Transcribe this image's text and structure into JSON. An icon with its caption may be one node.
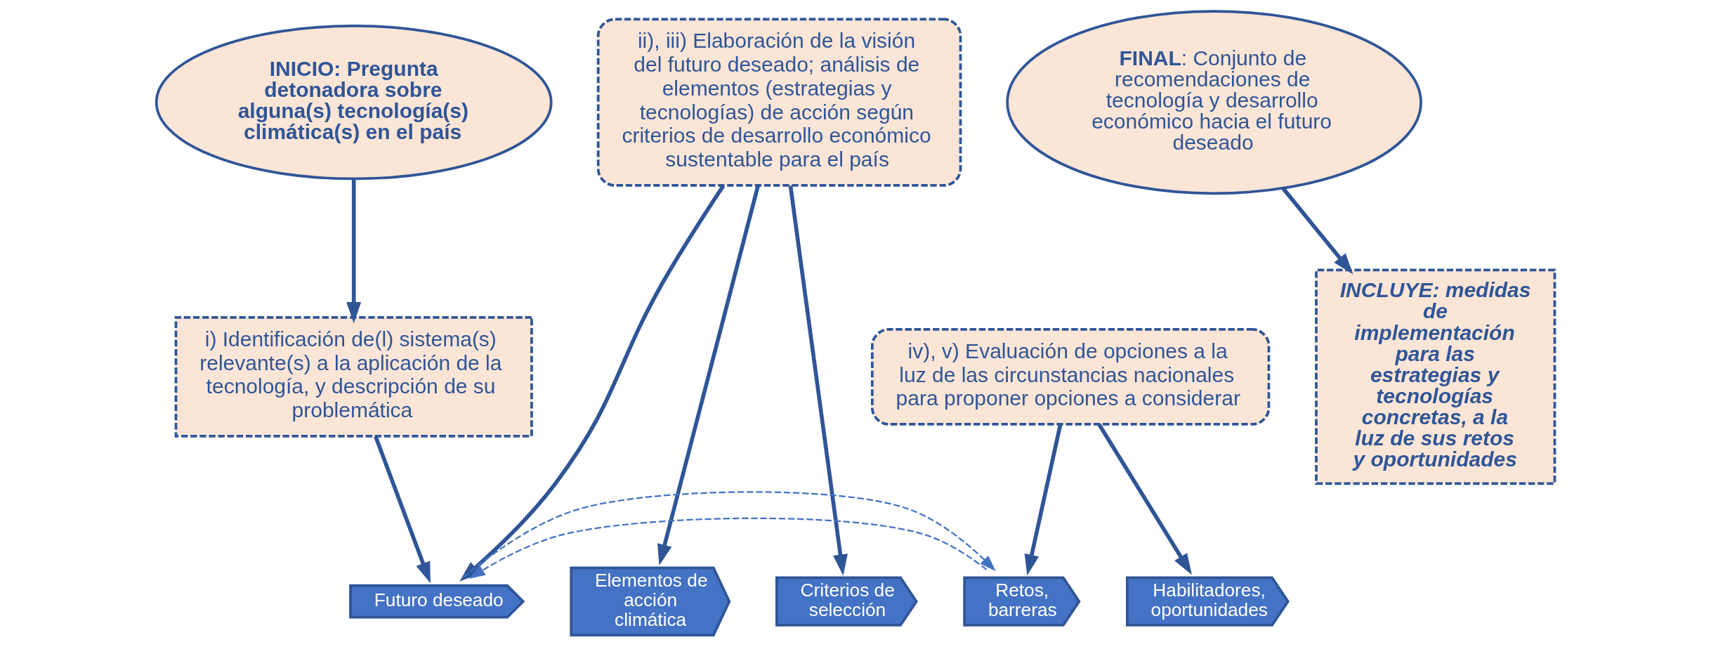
{
  "diagram": {
    "nodes": [
      {
        "text": [
          "INICIO: Pregunta detonadora sobre alguna(s) tecnología(s) climática(s) en el país"
        ]
      },
      {
        "text": [
          "ii), iii) Elaboración de la visión del futuro deseado; análisis de elementos (estrategias y tecnologías) de acción según criterios de desarrollo económico sustentable para el país"
        ]
      },
      {
        "text": [
          "**FINAL**: Conjunto de recomendaciones de tecnología y desarrollo económico hacia el futuro deseado"
        ]
      },
      {
        "text": [
          "Futuro deseado"
        ]
      },
      {
        "text": [
          "Elementos de acción climática"
        ]
      },
      {
        "text": [
          "Criterios de selección"
        ]
      },
      {
        "text": [
          "Retos, barreras"
        ]
      },
      {
        "text": [
          "Habilitadores, oportunidades"
        ]
      },
      {
        "text": [
          "i) Identificación de(l) sistema(s) relevante(s) a la aplicación de la tecnología, y descripción de su problemática"
        ]
      },
      {
        "text": [
          "iv), v) Evaluación de opciones a la luz de las circunstancias nacionales para proponer opciones a considerar"
        ]
      },
      {
        "text": [
          "INCLUYE: medidas de implementación para las estrategias y tecnologías concretas, a la luz de sus retos y oportunidades"
        ]
      }
    ],
    "edges": [
      {
        "from": 0,
        "to": 8,
        "arrow": "to"
      },
      {
        "from": 8,
        "to": 3,
        "arrow": "to"
      },
      {
        "from": 1,
        "to": 3,
        "arrow": "to"
      },
      {
        "from": 1,
        "to": 4,
        "arrow": "to"
      },
      {
        "from": 1,
        "to": 5,
        "arrow": "to"
      },
      {
        "from": 9,
        "to": 6,
        "arrow": "to"
      },
      {
        "from": 9,
        "to": 7,
        "arrow": "to"
      },
      {
        "from": 2,
        "to": 10,
        "arrow": "to"
      },
      {
        "from": 6,
        "to": 3,
        "arrow": "to",
        "style": "dashed",
        "color": "#4472c4"
      },
      {
        "from": 3,
        "to": 6,
        "arrow": "to",
        "style": "dashed",
        "color": "#4472c4"
      }
    ]
  }
}
